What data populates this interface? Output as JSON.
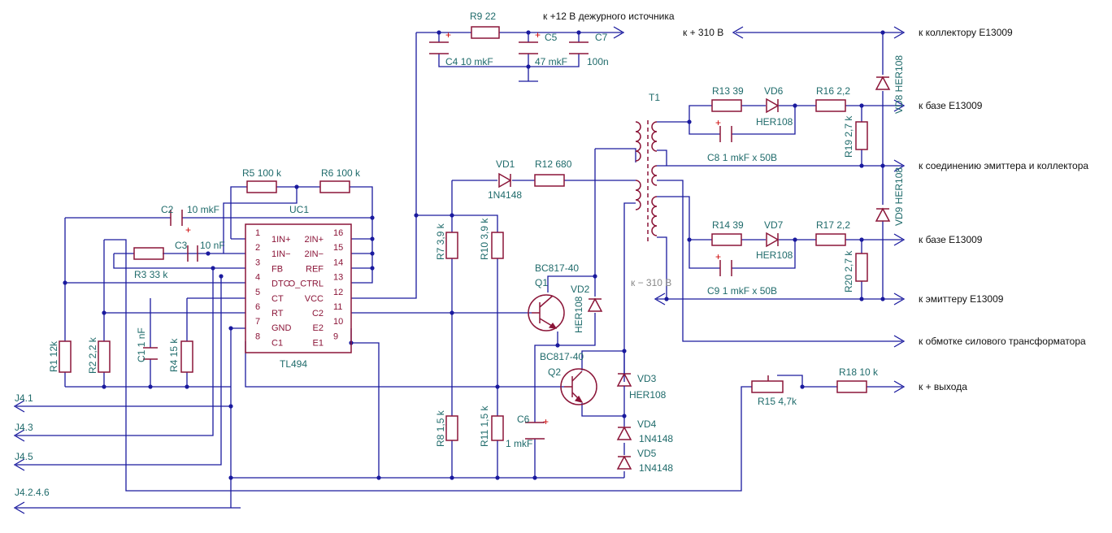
{
  "ic": {
    "name": "UC1",
    "type": "TL494",
    "left_pins": [
      {
        "n": "1",
        "name": "1IN+"
      },
      {
        "n": "2",
        "name": "1IN−"
      },
      {
        "n": "3",
        "name": "FB"
      },
      {
        "n": "4",
        "name": "DTC"
      },
      {
        "n": "5",
        "name": "CT"
      },
      {
        "n": "6",
        "name": "RT"
      },
      {
        "n": "7",
        "name": "GND"
      },
      {
        "n": "8",
        "name": "C1"
      }
    ],
    "right_pins": [
      {
        "n": "16",
        "name": "2IN+"
      },
      {
        "n": "15",
        "name": "2IN−"
      },
      {
        "n": "14",
        "name": "REF"
      },
      {
        "n": "13",
        "name": "O_CTRL"
      },
      {
        "n": "12",
        "name": "VCC"
      },
      {
        "n": "11",
        "name": "C2"
      },
      {
        "n": "10",
        "name": "E2"
      },
      {
        "n": "9",
        "name": "E1"
      }
    ]
  },
  "components": {
    "R1": {
      "ref": "R1",
      "value": "12k"
    },
    "R2": {
      "ref": "R2",
      "value": "2,2 k"
    },
    "R3": {
      "ref": "R3",
      "value": "33 k"
    },
    "R4": {
      "ref": "R4",
      "value": "15 k"
    },
    "R5": {
      "ref": "R5",
      "value": "100 k"
    },
    "R6": {
      "ref": "R6",
      "value": "100 k"
    },
    "R7": {
      "ref": "R7",
      "value": "3,9 k"
    },
    "R8": {
      "ref": "R8",
      "value": "1,5 k"
    },
    "R9": {
      "ref": "R9",
      "value": "22"
    },
    "R10": {
      "ref": "R10",
      "value": "3,9 k"
    },
    "R11": {
      "ref": "R11",
      "value": "1,5 k"
    },
    "R12": {
      "ref": "R12",
      "value": "680"
    },
    "R13": {
      "ref": "R13",
      "value": "39"
    },
    "R14": {
      "ref": "R14",
      "value": "39"
    },
    "R15": {
      "ref": "R15",
      "value": "4,7k"
    },
    "R16": {
      "ref": "R16",
      "value": "2,2"
    },
    "R17": {
      "ref": "R17",
      "value": "2,2"
    },
    "R18": {
      "ref": "R18",
      "value": "10 k"
    },
    "R19": {
      "ref": "R19",
      "value": "2,7 k"
    },
    "R20": {
      "ref": "R20",
      "value": "2,7 k"
    },
    "C1": {
      "ref": "C1",
      "value": "1 nF"
    },
    "C2": {
      "ref": "C2",
      "value": "10 mkF"
    },
    "C3": {
      "ref": "C3",
      "value": "10 nF"
    },
    "C4": {
      "ref": "C4",
      "value": "10 mkF"
    },
    "C5": {
      "ref": "C5",
      "value": "47 mkF"
    },
    "C6": {
      "ref": "C6",
      "value": "1 mkF"
    },
    "C7": {
      "ref": "C7",
      "value": "100n"
    },
    "C8": {
      "ref": "C8",
      "value": "1 mkF x 50B"
    },
    "C9": {
      "ref": "C9",
      "value": "1 mkF x 50B"
    },
    "VD1": {
      "ref": "VD1",
      "value": "1N4148"
    },
    "VD2": {
      "ref": "VD2",
      "value": "HER108"
    },
    "VD3": {
      "ref": "VD3",
      "value": "HER108"
    },
    "VD4": {
      "ref": "VD4",
      "value": "1N4148"
    },
    "VD5": {
      "ref": "VD5",
      "value": "1N4148"
    },
    "VD6": {
      "ref": "VD6",
      "value": "HER108"
    },
    "VD7": {
      "ref": "VD7",
      "value": "HER108"
    },
    "VD8": {
      "ref": "VD8",
      "value": "HER108"
    },
    "VD9": {
      "ref": "VD9",
      "value": "HER108"
    },
    "Q1": {
      "ref": "Q1",
      "value": "BC817-40"
    },
    "Q2": {
      "ref": "Q2",
      "value": "BC817-40"
    },
    "T1": {
      "ref": "T1"
    }
  },
  "nets": {
    "standby": "к +12 В  дежурного источника",
    "plus310": "к + 310 В",
    "minus310": "к − 310 В",
    "collector": "к коллектору Е13009",
    "base1": "к базе Е13009",
    "junction": "к соединению эмиттера и коллектора",
    "base2": "к базе Е13009",
    "emitter": "к эмиттеру Е13009",
    "winding": "к обмотке силового трансформатора",
    "output": "к + выхода",
    "j41": "J4.1",
    "j43": "J4.3",
    "j45": "J4.5",
    "j4246": "J4.2.4.6"
  },
  "polarity": "+",
  "colors": {
    "wire": "#1a1a9e",
    "component": "#8b1538",
    "label": "#1f6b6b"
  }
}
